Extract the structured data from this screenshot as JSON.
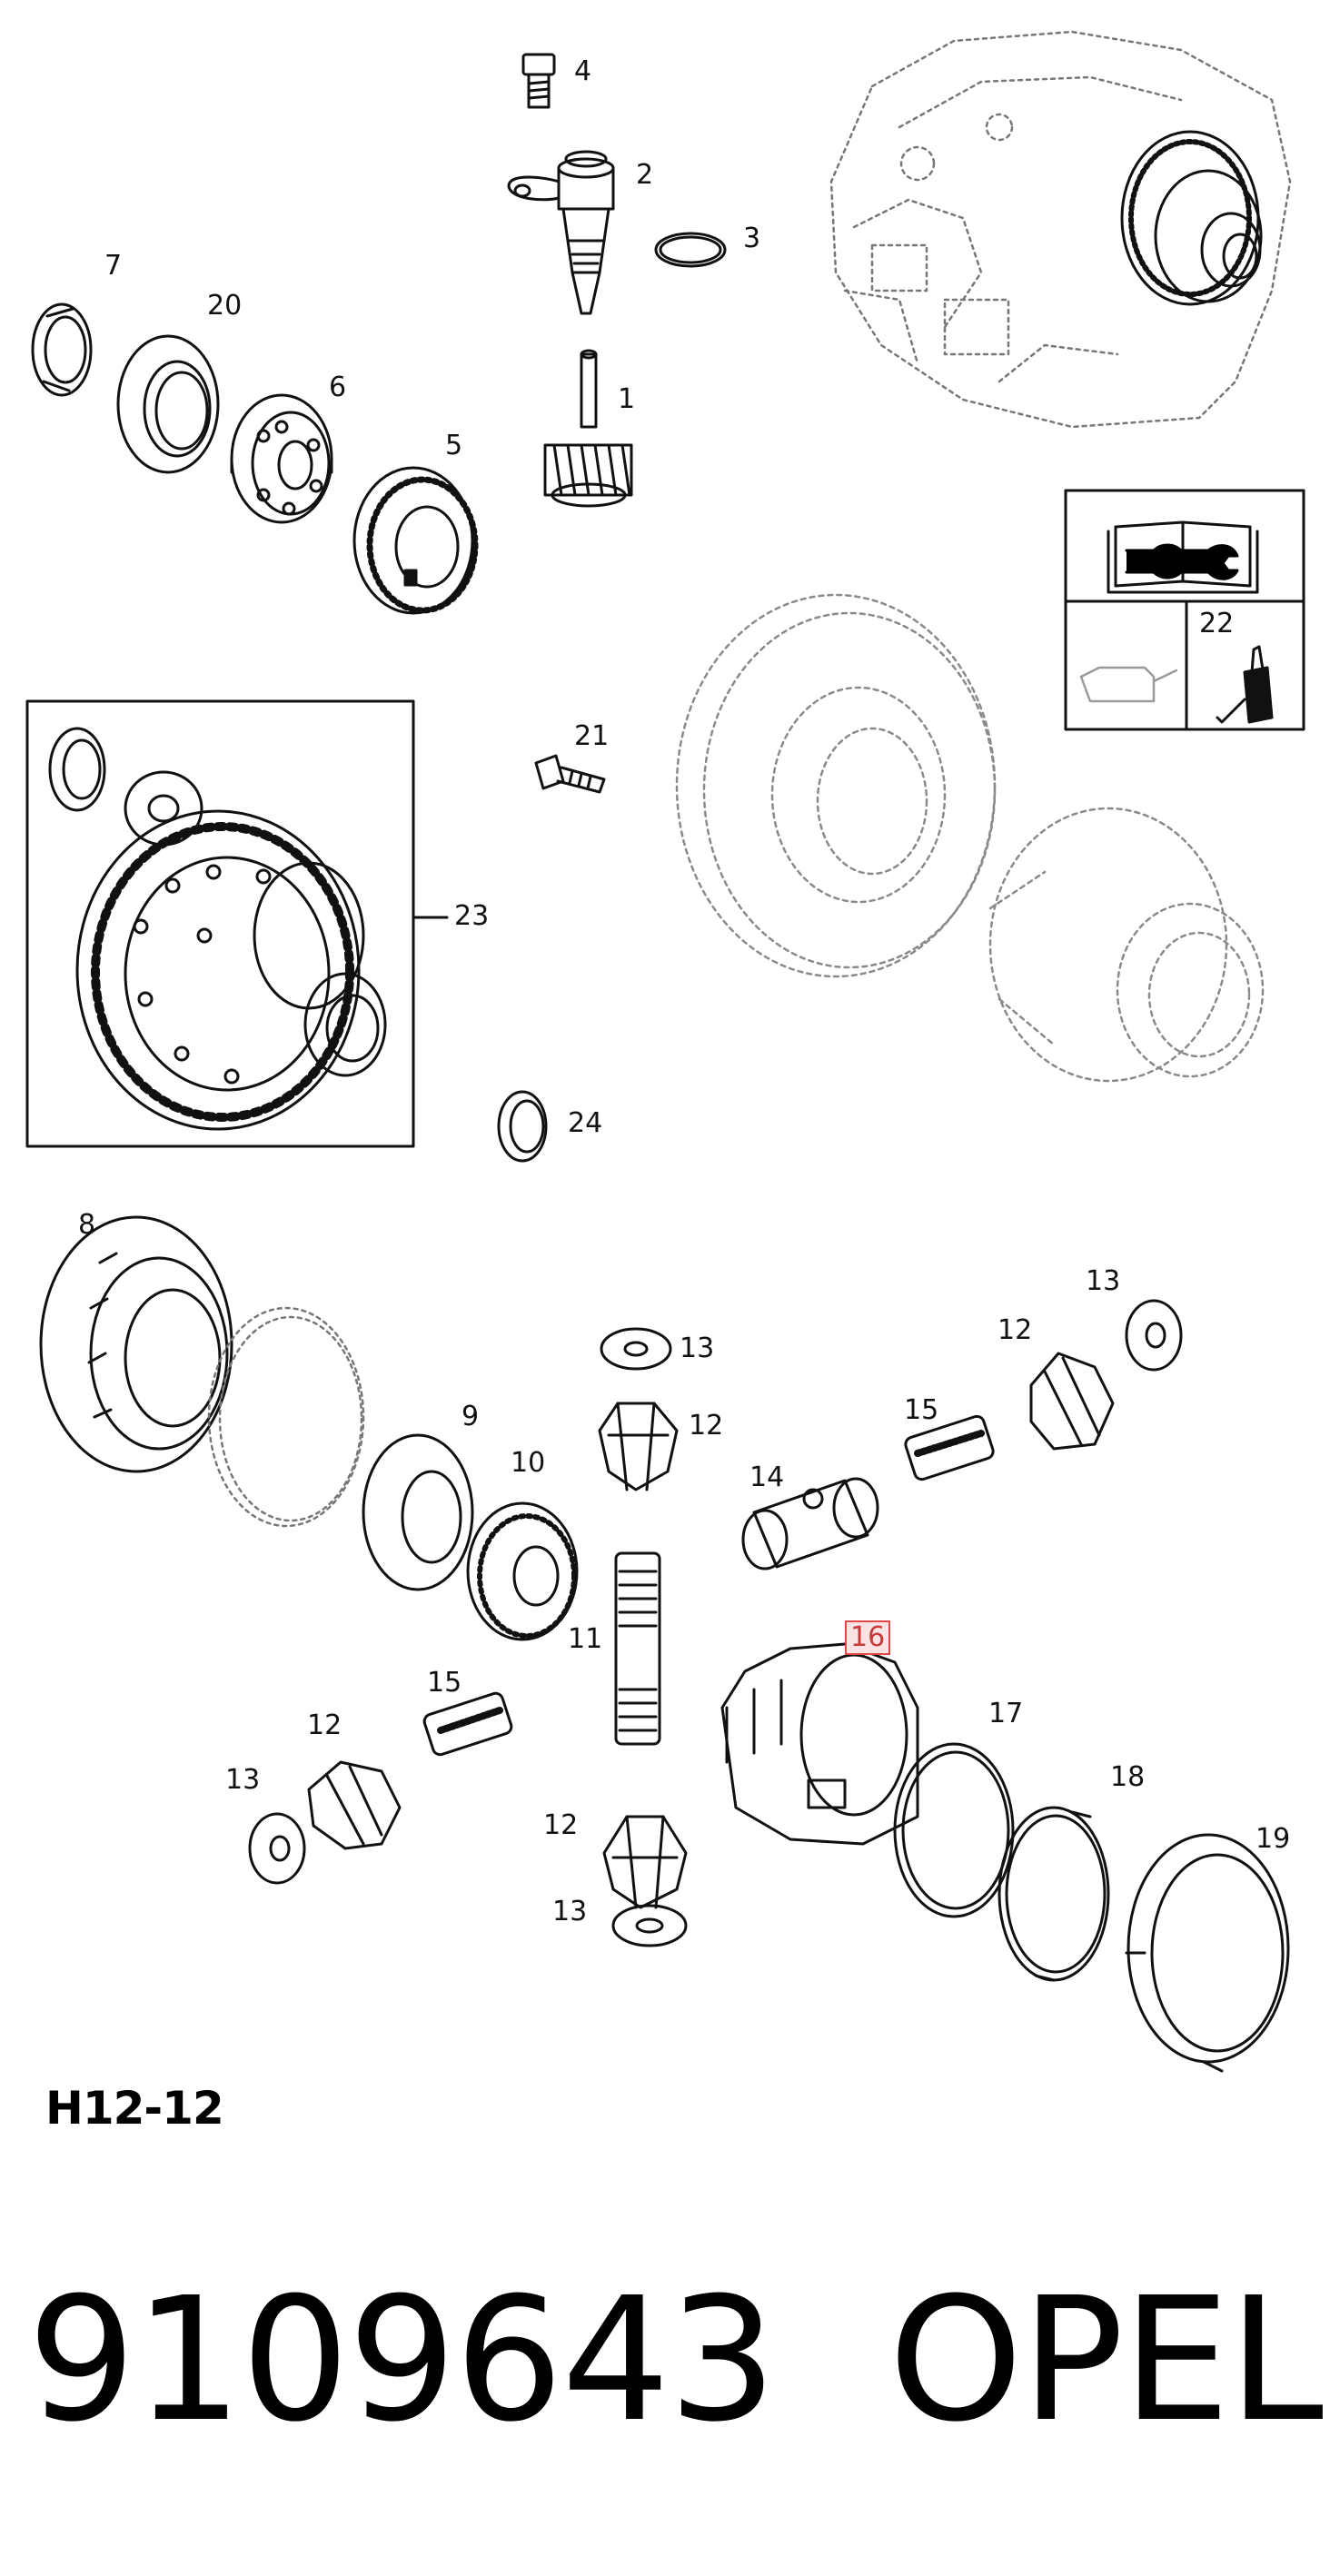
{
  "diagram": {
    "code": "H12-12",
    "highlighted_callout": "16",
    "highlight_color": "#e04848",
    "callouts": [
      {
        "id": "c4",
        "text": "4"
      },
      {
        "id": "c2",
        "text": "2"
      },
      {
        "id": "c3",
        "text": "3"
      },
      {
        "id": "c7",
        "text": "7"
      },
      {
        "id": "c20",
        "text": "20"
      },
      {
        "id": "c6",
        "text": "6"
      },
      {
        "id": "c1",
        "text": "1"
      },
      {
        "id": "c5",
        "text": "5"
      },
      {
        "id": "c22",
        "text": "22"
      },
      {
        "id": "c21",
        "text": "21"
      },
      {
        "id": "c23",
        "text": "23"
      },
      {
        "id": "c24",
        "text": "24"
      },
      {
        "id": "c8",
        "text": "8"
      },
      {
        "id": "c13a",
        "text": "13"
      },
      {
        "id": "c12a",
        "text": "12"
      },
      {
        "id": "c13b",
        "text": "13"
      },
      {
        "id": "c12b",
        "text": "12"
      },
      {
        "id": "c9",
        "text": "9"
      },
      {
        "id": "c15a",
        "text": "15"
      },
      {
        "id": "c10",
        "text": "10"
      },
      {
        "id": "c14",
        "text": "14"
      },
      {
        "id": "c11",
        "text": "11"
      },
      {
        "id": "c16",
        "text": "16"
      },
      {
        "id": "c15b",
        "text": "15"
      },
      {
        "id": "c12c",
        "text": "12"
      },
      {
        "id": "c17",
        "text": "17"
      },
      {
        "id": "c13c",
        "text": "13"
      },
      {
        "id": "c18",
        "text": "18"
      },
      {
        "id": "c12d",
        "text": "12"
      },
      {
        "id": "c19",
        "text": "19"
      },
      {
        "id": "c13d",
        "text": "13"
      }
    ]
  },
  "product": {
    "part_number": "9109643",
    "brand": "OPEL"
  }
}
